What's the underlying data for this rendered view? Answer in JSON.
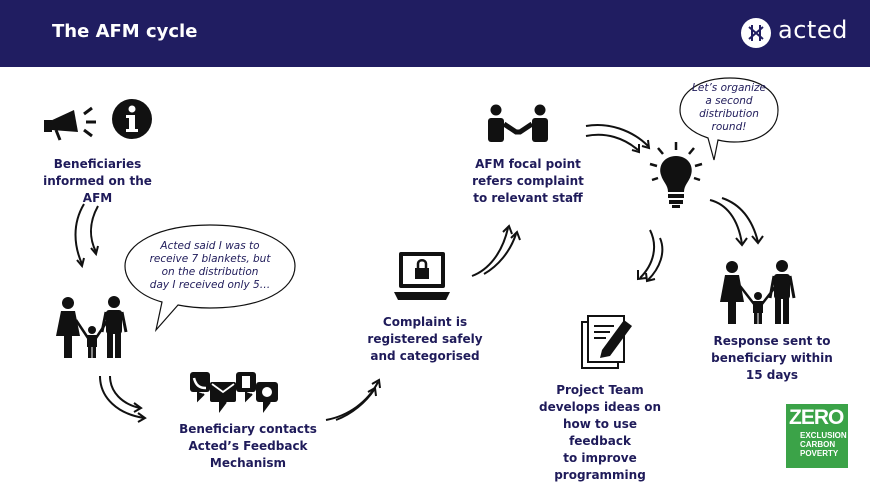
{
  "header": {
    "title": "The AFM cycle",
    "logo_text": "acted",
    "bg_color": "#201d61"
  },
  "steps": [
    {
      "label": "Beneficiaries informed on the AFM",
      "lines": [
        "Beneficiaries",
        "informed on the AFM"
      ]
    },
    {
      "label": "Beneficiary contacts Acted's Feedback Mechanism",
      "lines": [
        "Beneficiary contacts",
        "Acted’s Feedback",
        "Mechanism"
      ]
    },
    {
      "label": "Complaint is registered safely and categorised",
      "lines": [
        "Complaint is",
        "registered safely",
        "and categorised"
      ]
    },
    {
      "label": "AFM focal point refers complaint to relevant staff",
      "lines": [
        "AFM focal point",
        "refers complaint",
        "to relevant staff"
      ]
    },
    {
      "label": "Project Team develops ideas on how to use feedback to improve programming",
      "lines": [
        "Project Team",
        "develops ideas on",
        "how to use feedback",
        "to improve",
        "programming"
      ]
    },
    {
      "label": "Response sent to beneficiary within 15 days",
      "lines": [
        "Response sent to",
        "beneficiary within",
        "15 days"
      ]
    }
  ],
  "bubbles": [
    {
      "lines": [
        "Acted said I was to",
        "receive 7 blankets, but",
        "on the distribution",
        "day I received only 5…"
      ]
    },
    {
      "lines": [
        "Let’s organize",
        "a second",
        "distribution",
        "round!"
      ]
    }
  ],
  "badge": {
    "lines": [
      "ZERO",
      "EXCLUSION",
      "CARBON",
      "POVERTY"
    ],
    "color": "#3ba348"
  },
  "icons": [
    "megaphone-icon",
    "info-icon",
    "family-icon",
    "feedback-channels-icon",
    "laptop-lock-icon",
    "handshake-icon",
    "lightbulb-icon",
    "document-edit-icon",
    "family-icon"
  ],
  "colors": {
    "text": "#1f1b5a",
    "header": "#201d61"
  }
}
